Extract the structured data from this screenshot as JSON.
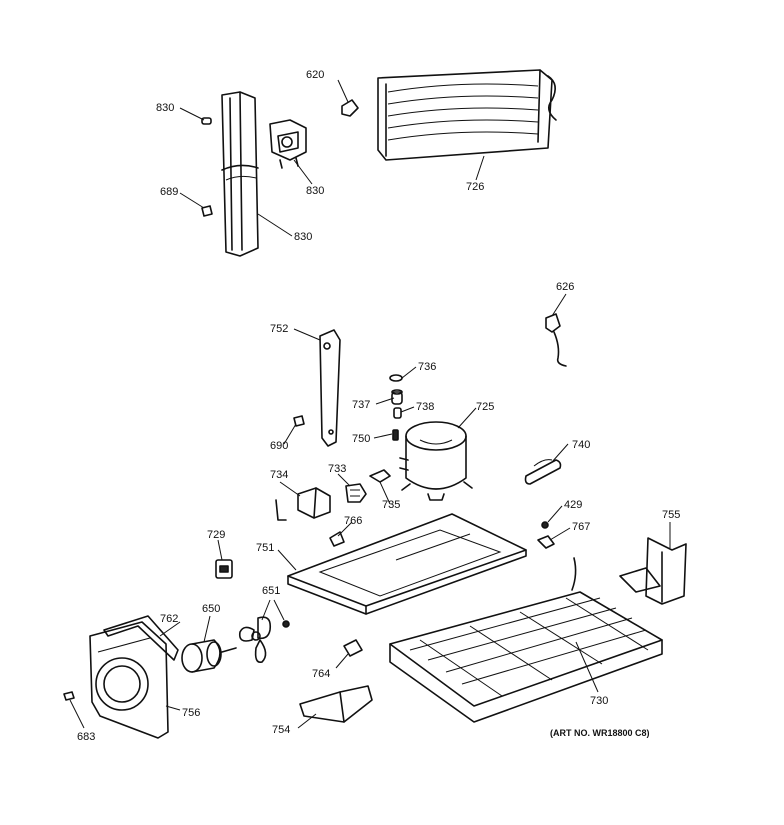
{
  "labels": {
    "p830a": "830",
    "p830b": "830",
    "p830c": "830",
    "p689": "689",
    "p620": "620",
    "p726": "726",
    "p626": "626",
    "p752": "752",
    "p736": "736",
    "p737": "737",
    "p738": "738",
    "p725": "725",
    "p690": "690",
    "p750": "750",
    "p740": "740",
    "p734": "734",
    "p733": "733",
    "p735": "735",
    "p429": "429",
    "p767": "767",
    "p755": "755",
    "p729": "729",
    "p766": "766",
    "p751": "751",
    "p651": "651",
    "p762": "762",
    "p650": "650",
    "p764": "764",
    "p730": "730",
    "p756": "756",
    "p683": "683",
    "p754": "754"
  },
  "art_number": "(ART NO. WR18800 C8)"
}
